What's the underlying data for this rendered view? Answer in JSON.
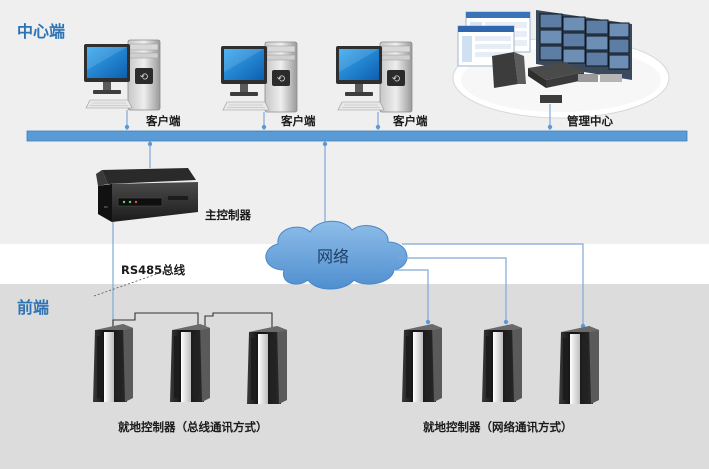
{
  "zones": {
    "center": "中心端",
    "frontend": "前端"
  },
  "labels": {
    "client_1": "客户端",
    "client_2": "客户端",
    "client_3": "客户端",
    "management_center": "管理中心",
    "main_controller": "主控制器",
    "rs485_bus": "RS485总线",
    "network": "网络",
    "local_controllers_bus": "就地控制器（总线通讯方式）",
    "local_controllers_network": "就地控制器（网络通讯方式）"
  },
  "colors": {
    "center_bg": "#efefef",
    "frontend_bg": "#dcdcdc",
    "bus_bar": "#5b9bd5",
    "connector": "#7fa8d6",
    "zone_text": "#2e74b5",
    "cloud_fill": "#6fa8dc"
  },
  "icons": {
    "client": "desktop-computer-icon",
    "management": "control-room-video-wall-icon",
    "main_controller": "controller-box-icon",
    "cloud": "network-cloud-icon",
    "cabinet": "server-cabinet-icon"
  }
}
